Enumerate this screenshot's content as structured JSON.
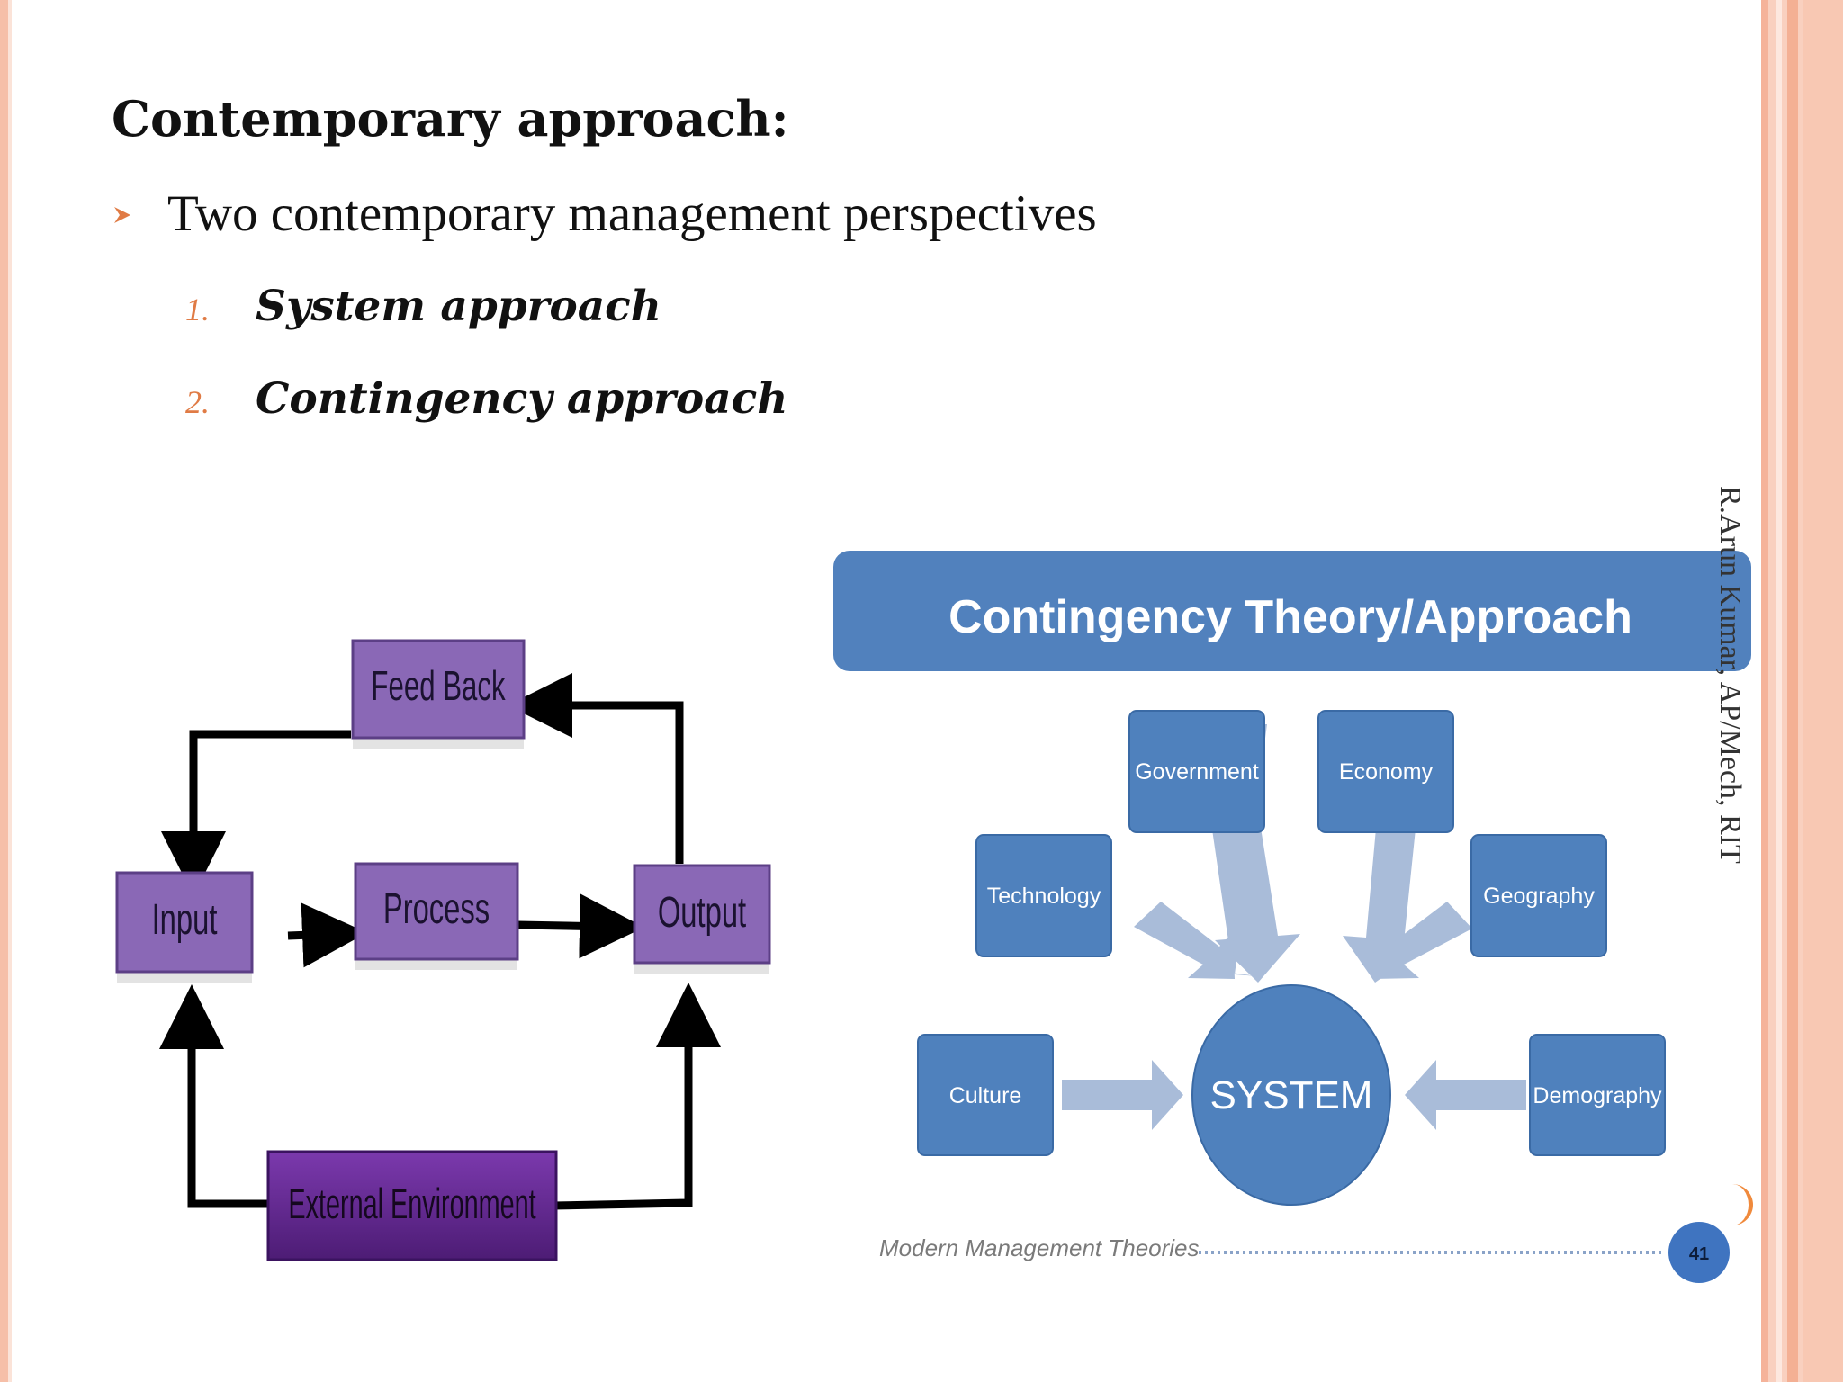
{
  "slide": {
    "title": "Contemporary approach:",
    "bullet": "Two contemporary management perspectives",
    "list": [
      {
        "num": "1.",
        "text": "System approach"
      },
      {
        "num": "2.",
        "text": "Contingency approach"
      }
    ],
    "credit": "R.Arun Kumar, AP/Mech, RIT"
  },
  "system_diagram": {
    "feedback": "Feed Back",
    "input": "Input",
    "process": "Process",
    "output": "Output",
    "environment": "External Environment"
  },
  "contingency_diagram": {
    "title": "Contingency Theory/Approach",
    "center": "SYSTEM",
    "factors": {
      "government": "Government",
      "economy": "Economy",
      "technology": "Technology",
      "geography": "Geography",
      "culture": "Culture",
      "demography": "Demography"
    },
    "footer": "Modern Management Theories",
    "page_number": "41"
  },
  "colors": {
    "accent_orange": "#e07b45",
    "purple_box": "#8a68b6",
    "env_purple": "#6a2d96",
    "blue_box": "#4f81bd",
    "arrow_blue": "#a9bcd9"
  }
}
